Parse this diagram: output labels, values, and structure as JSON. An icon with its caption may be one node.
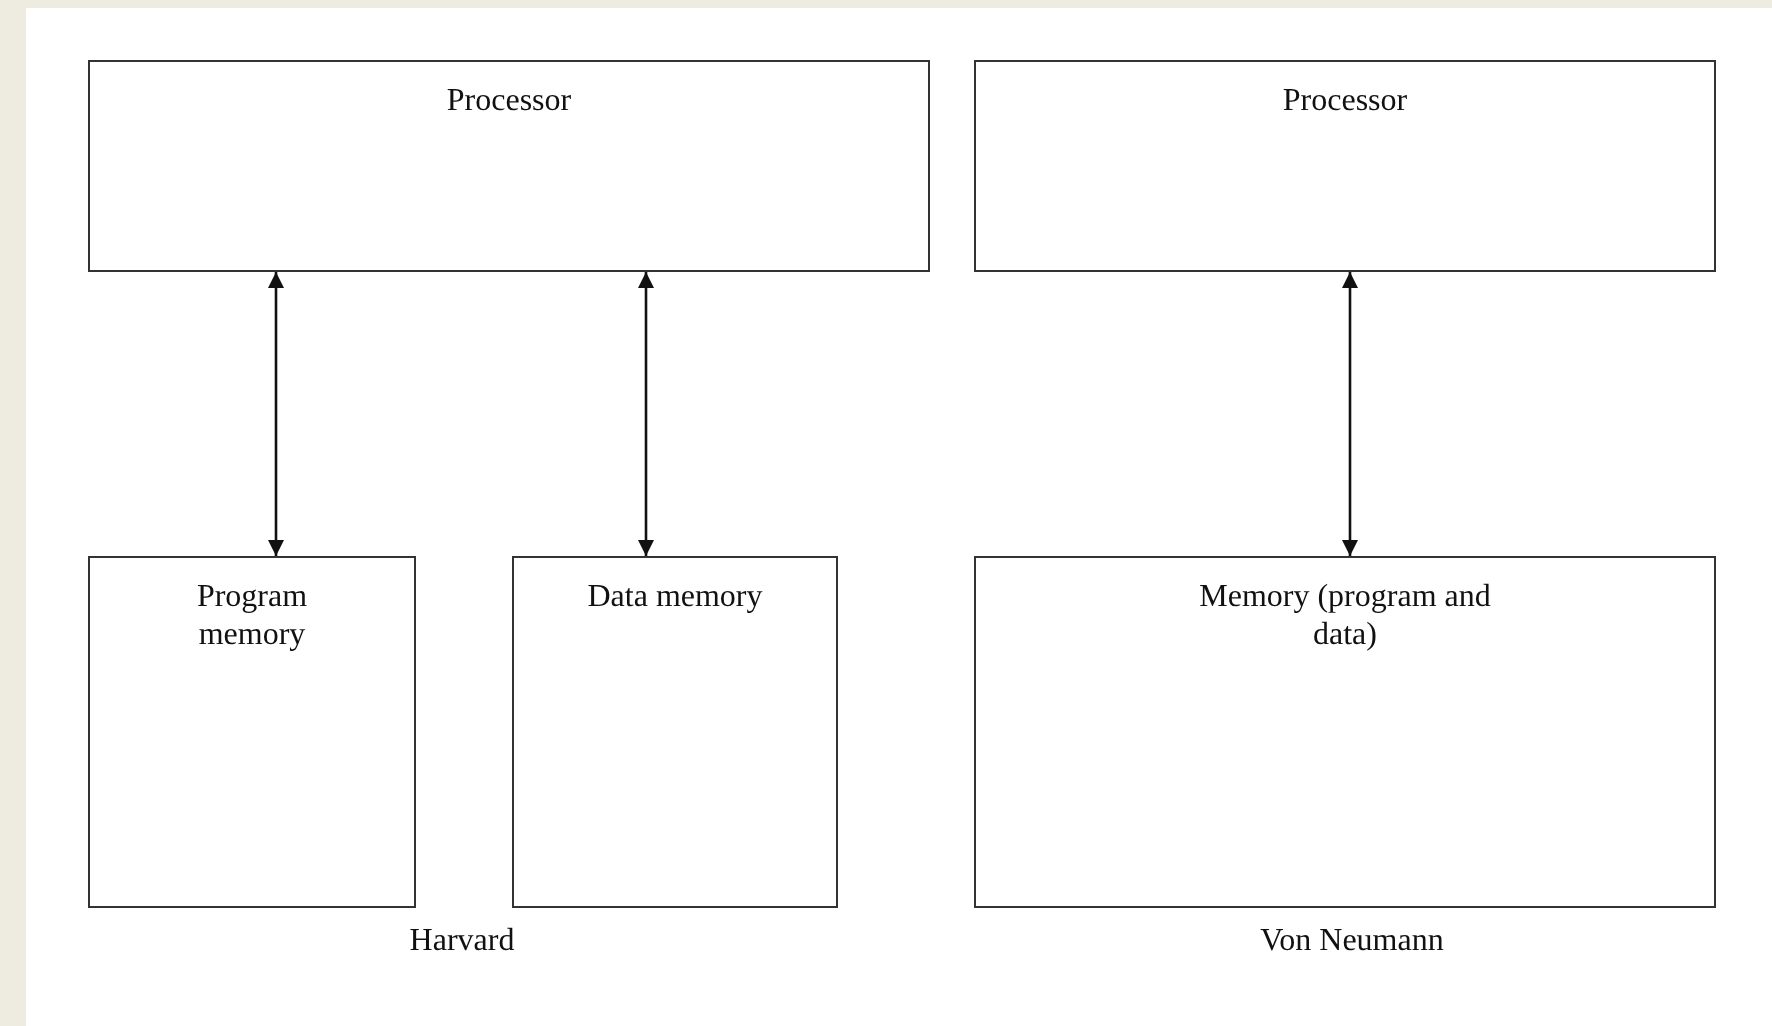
{
  "diagram": {
    "nodes": [
      {
        "text": [
          "Processor"
        ]
      },
      {
        "text": [
          "Program memory"
        ]
      },
      {
        "text": [
          "Data memory"
        ]
      },
      {
        "text": [
          "Processor"
        ]
      },
      {
        "text": [
          "Memory (program and data)"
        ]
      }
    ],
    "edges": [
      {
        "from": 0,
        "to": 1,
        "arrow": "both"
      },
      {
        "from": 0,
        "to": 2,
        "arrow": "both"
      },
      {
        "from": 3,
        "to": 4,
        "arrow": "both"
      }
    ],
    "labels": [
      "Harvard",
      "Von Neumann"
    ]
  }
}
